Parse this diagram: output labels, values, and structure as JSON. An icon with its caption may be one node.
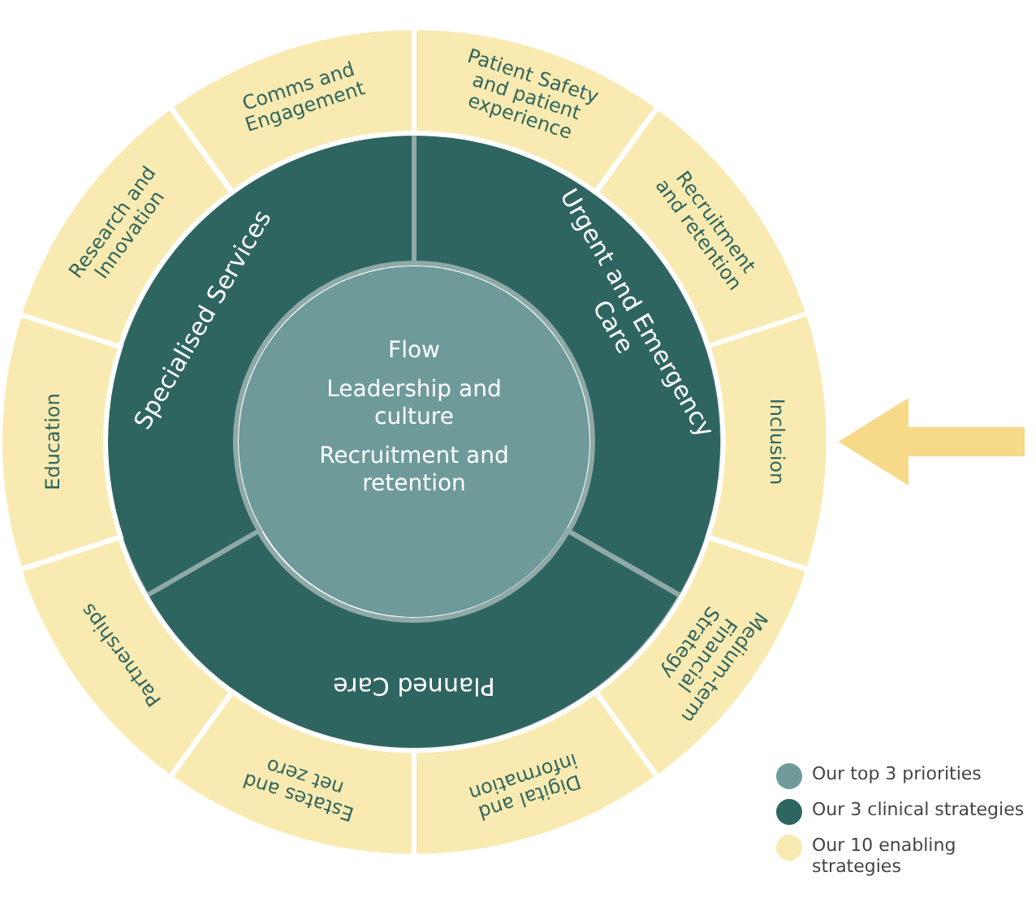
{
  "diagram": {
    "nodes": [
      {
        "text": [
          "Flow",
          "Leadership and culture",
          "Recruitment and retention"
        ]
      },
      {
        "text": [
          "Specialised Services"
        ]
      },
      {
        "text": [
          "Urgent and Emergency Care"
        ]
      },
      {
        "text": [
          "Planned Care"
        ]
      },
      {
        "text": [
          "Comms and Engagement"
        ]
      },
      {
        "text": [
          "Patient Safety and patient experience"
        ]
      },
      {
        "text": [
          "Recruitment and retention"
        ]
      },
      {
        "text": [
          "Inclusion"
        ]
      },
      {
        "text": [
          "Medium-term Financial Strategy"
        ]
      },
      {
        "text": [
          "Digital and information"
        ]
      },
      {
        "text": [
          "Estates and net zero"
        ]
      },
      {
        "text": [
          "Partnerships"
        ]
      },
      {
        "text": [
          "Education"
        ]
      },
      {
        "text": [
          "Research and Innovation"
        ]
      }
    ],
    "edges": [
      {
        "from": null,
        "to": 7,
        "arrow": "to"
      }
    ],
    "legend": [
      {
        "text": "Our top 3 priorities",
        "color": "#6e9a9a"
      },
      {
        "text": "Our 3 clinical strategies",
        "color": "#2f6560"
      },
      {
        "text": "Our 10 enabling strategies",
        "color": "#f8eab0"
      }
    ]
  }
}
